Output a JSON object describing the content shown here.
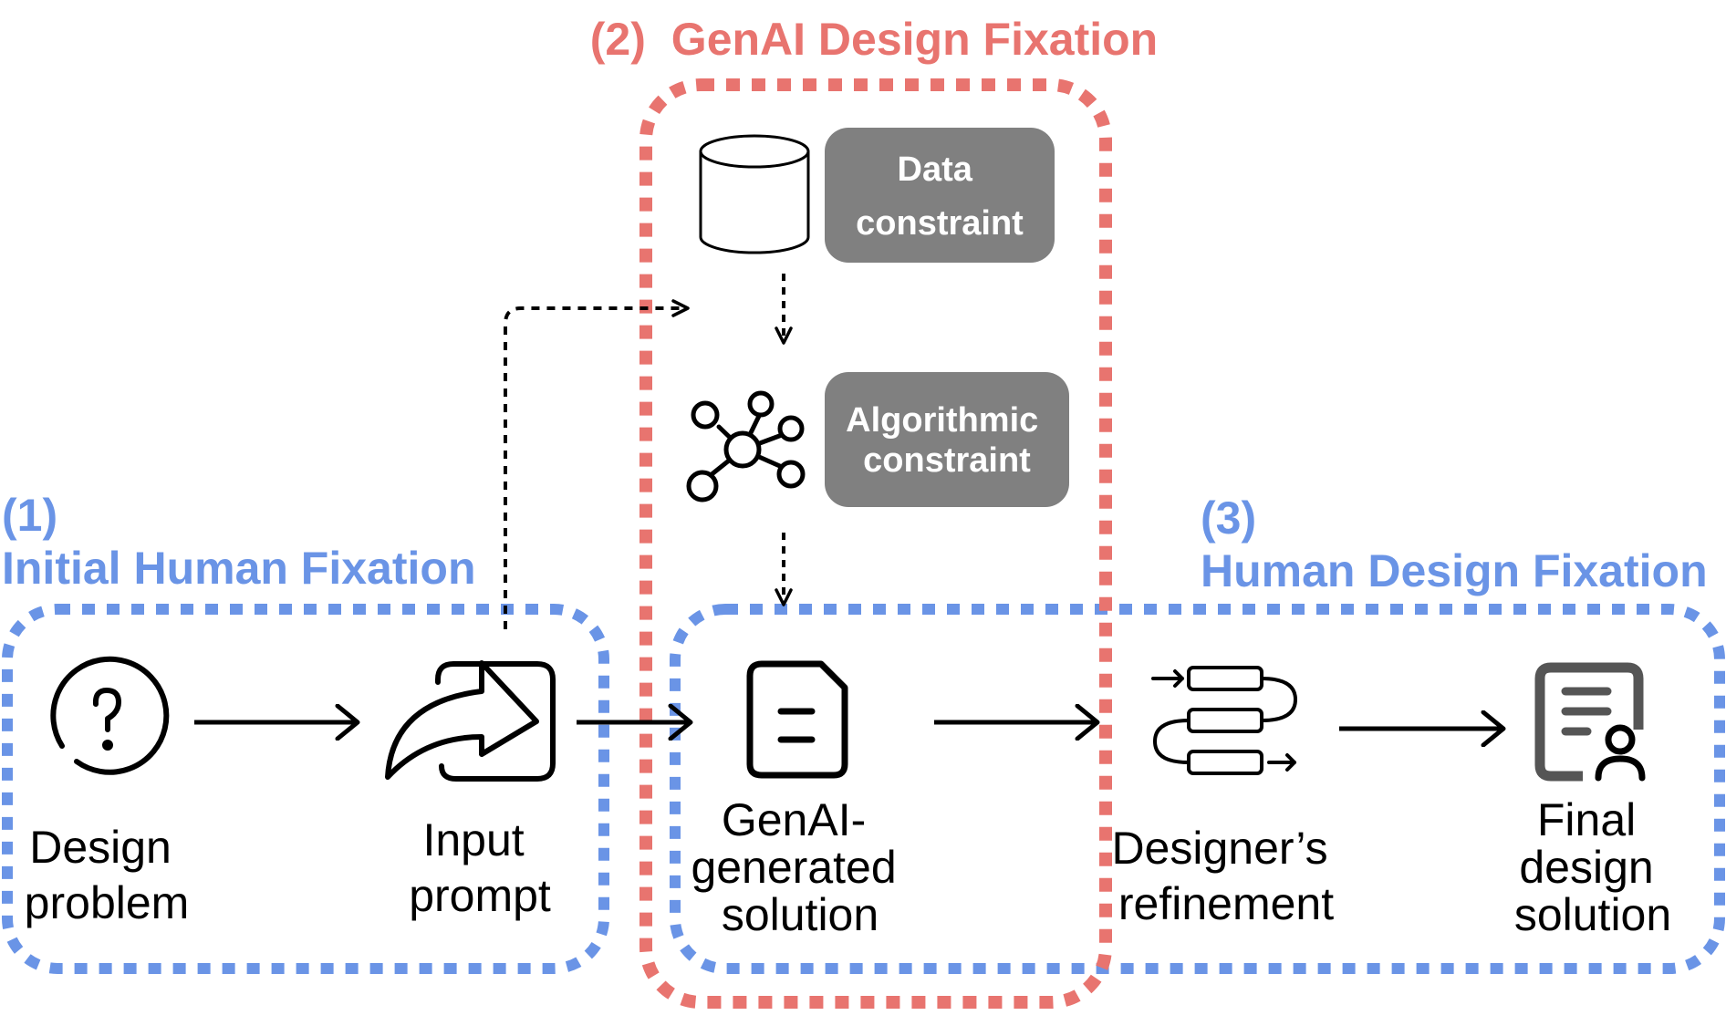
{
  "colors": {
    "red_region": "#E8746F",
    "blue_region": "#6A94E6",
    "constraint_box": "#808080",
    "constraint_text": "#FFFFFF",
    "ink": "#000000"
  },
  "regions": {
    "genai": {
      "number": "(2)",
      "title": "GenAI Design Fixation"
    },
    "initial": {
      "number": "(1)",
      "title": "Initial Human Fixation"
    },
    "human": {
      "number": "(3)",
      "title": "Human Design Fixation"
    }
  },
  "constraints": {
    "data": {
      "line1": "Data",
      "line2": "constraint",
      "icon": "database-icon"
    },
    "algorithmic": {
      "line1": "Algorithmic",
      "line2": "constraint",
      "icon": "network-icon"
    }
  },
  "nodes": {
    "design_problem": {
      "lines": [
        "Design",
        "problem"
      ],
      "icon": "question-icon"
    },
    "input_prompt": {
      "lines": [
        "Input",
        "prompt"
      ],
      "icon": "share-prompt-icon"
    },
    "genai_solution": {
      "lines": [
        "GenAI-",
        "generated",
        "solution"
      ],
      "icon": "document-icon"
    },
    "refinement": {
      "lines": [
        "Designer’s",
        "refinement"
      ],
      "icon": "refinement-icon"
    },
    "final_solution": {
      "lines": [
        "Final",
        "design",
        "solution"
      ],
      "icon": "certificate-icon"
    }
  }
}
